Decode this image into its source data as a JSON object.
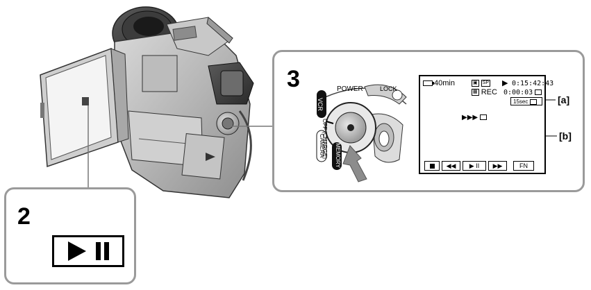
{
  "step2": {
    "number": "2",
    "button_icon": "play-pause-icon"
  },
  "step3": {
    "number": "3",
    "dial": {
      "power_label": "POWER",
      "lock_label": "LOCK",
      "positions": [
        "VCR",
        "OFF (CHARGE)",
        "CAMERA",
        "MEMORY"
      ]
    }
  },
  "lcd": {
    "battery": "40min",
    "play_symbol": "▶",
    "timecode": "0:15:42:43",
    "rec_label": "REC",
    "rec_time": "0:00:03",
    "interval": "15sec",
    "indicator_arrows": "▶▶▶",
    "controls": {
      "stop": "■",
      "rewind": "◀◀",
      "play_pause": "▶ II",
      "fast_forward": "▶▶",
      "fn": "FN"
    }
  },
  "refs": {
    "a": "[a]",
    "b": "[b]"
  }
}
